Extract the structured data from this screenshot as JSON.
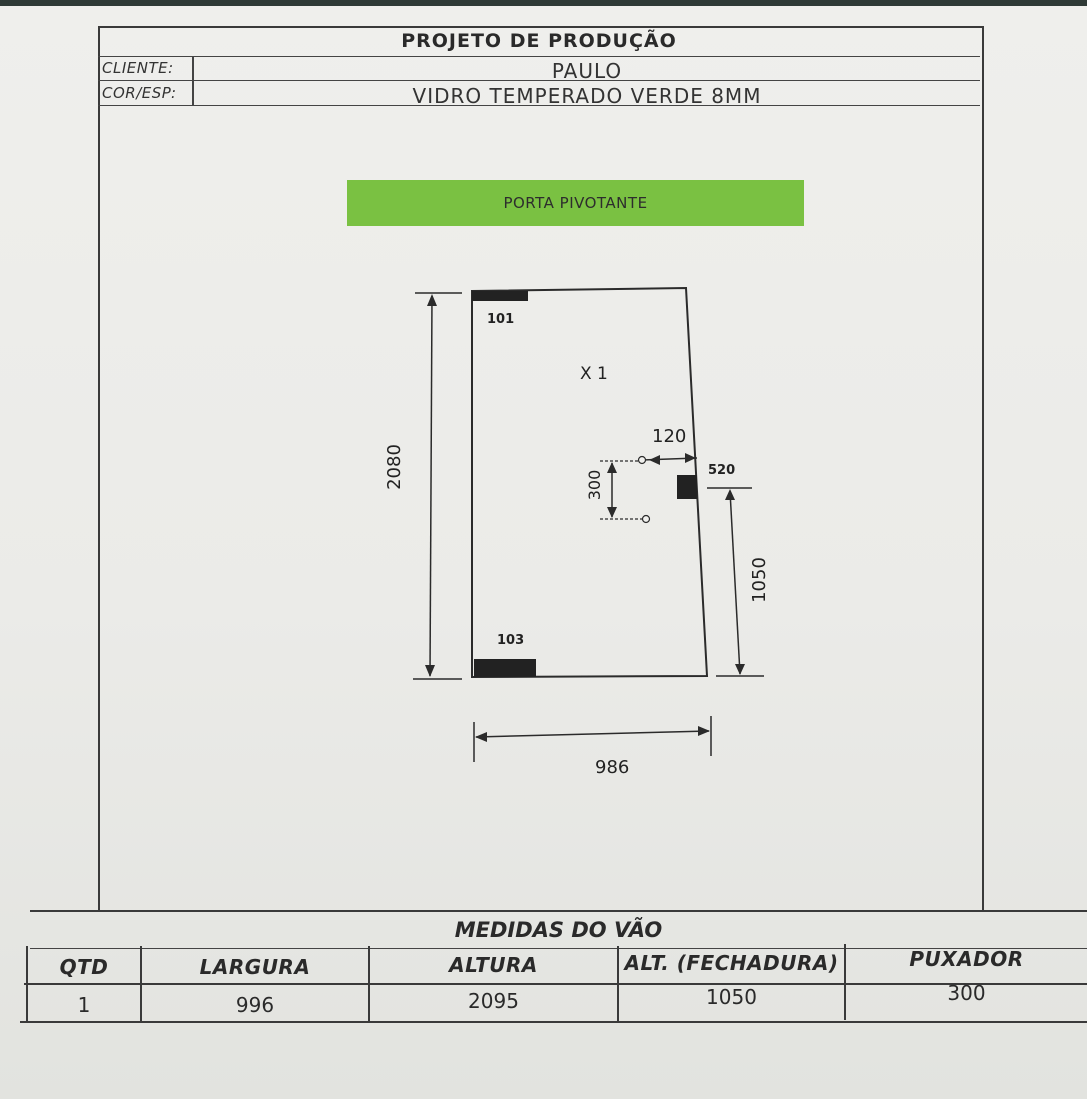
{
  "header": {
    "title": "PROJETO DE PRODUÇÃO",
    "cliente_label": "CLIENTE:",
    "cliente_value": "PAULO",
    "cor_label": "COR/ESP:",
    "cor_value": "VIDRO TEMPERADO VERDE 8MM"
  },
  "drawing": {
    "product_label": "PORTA PIVOTANTE",
    "product_label_color": "#7ac142",
    "top_hardware_label": "101",
    "bottom_hardware_label": "103",
    "quantity_mark": "X 1",
    "height_dim": "2080",
    "width_dim": "986",
    "handle_offset_dim": "120",
    "handle_length_dim": "300",
    "lock_label": "520",
    "lock_height_dim": "1050"
  },
  "table": {
    "title": "MEDIDAS DO VÃO",
    "headers": [
      "QTD",
      "LARGURA",
      "ALTURA",
      "ALT. (FECHADURA)",
      "PUXADOR"
    ],
    "row": [
      "1",
      "996",
      "2095",
      "1050",
      "300"
    ]
  }
}
